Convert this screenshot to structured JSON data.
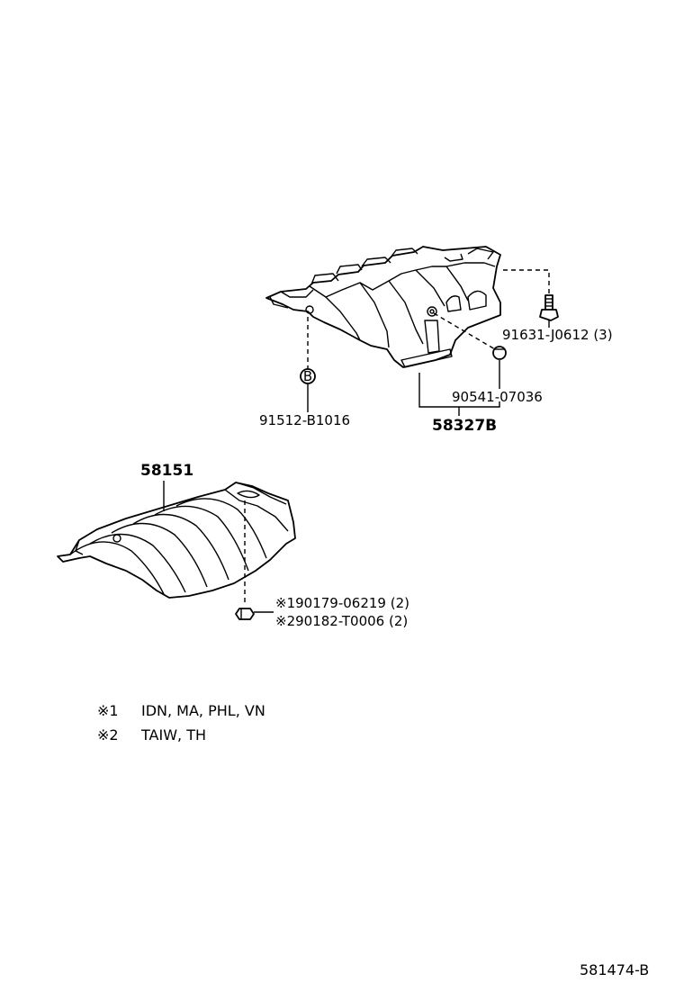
{
  "parts": {
    "heat_insulator_lower": "58327B",
    "clip_b": "91512-B1016",
    "bolt": "91631-J0612 (3)",
    "clip": "90541-07036",
    "heat_insulator_front": "58151",
    "nut_1": "※190179-06219 (2)",
    "nut_2": "※290182-T0006 (2)"
  },
  "markers": {
    "clip_b_symbol": "B"
  },
  "notes": [
    {
      "mark": "※1",
      "text": "IDN, MA, PHL, VN"
    },
    {
      "mark": "※2",
      "text": "TAIW, TH"
    }
  ],
  "diagram_id": "581474-B"
}
